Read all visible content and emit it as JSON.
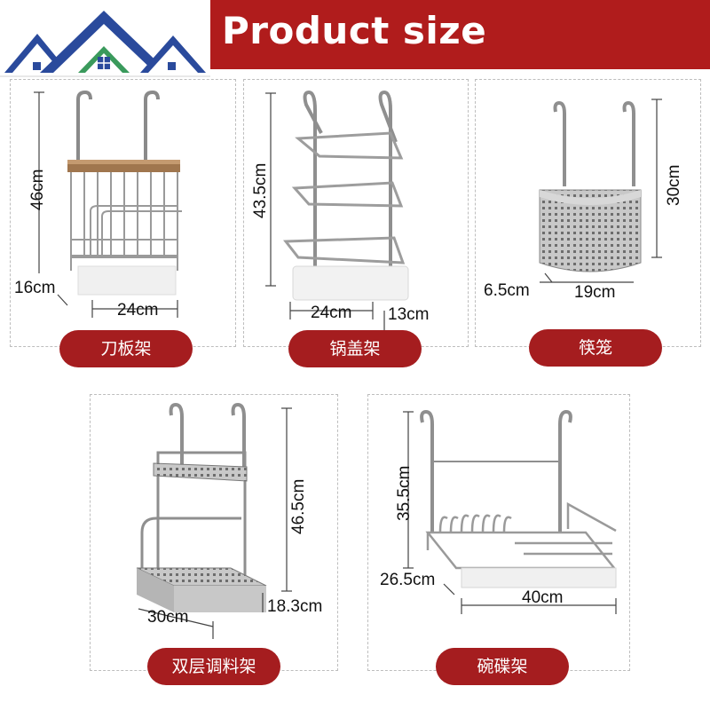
{
  "header": {
    "title": "Product size"
  },
  "colors": {
    "brand_red": "#b01c1c",
    "pill_red": "#a51d1f",
    "logo_blue": "#2a4a9c",
    "logo_green": "#3a9a5c"
  },
  "products": [
    {
      "label": "刀板架",
      "dims": {
        "height": "46cm",
        "depth": "16cm",
        "width": "24cm"
      }
    },
    {
      "label": "锅盖架",
      "dims": {
        "height": "43.5cm",
        "width": "24cm",
        "depth": "13cm"
      }
    },
    {
      "label": "筷笼",
      "dims": {
        "height": "30cm",
        "depth": "6.5cm",
        "width": "19cm"
      }
    },
    {
      "label": "双层调料架",
      "dims": {
        "height": "46.5cm",
        "width": "30cm",
        "depth": "18.3cm"
      }
    },
    {
      "label": "碗碟架",
      "dims": {
        "height": "35.5cm",
        "depth": "26.5cm",
        "width": "40cm"
      }
    }
  ]
}
